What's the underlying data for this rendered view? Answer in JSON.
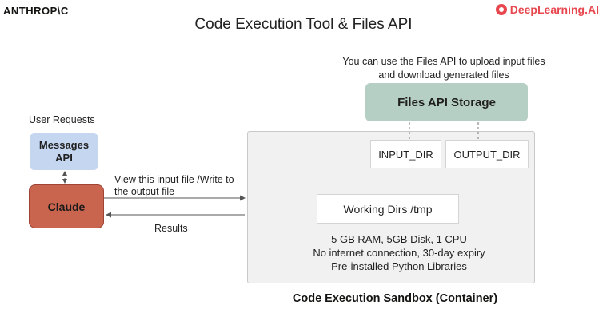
{
  "header": {
    "brand_left": "ANTHROP\\C",
    "brand_right": "DeepLearning.AI",
    "title": "Code Execution Tool & Files API"
  },
  "files_api": {
    "note": "You can use the Files API to upload input files and download generated files",
    "label": "Files API Storage"
  },
  "sandbox": {
    "input_dir": "INPUT_DIR",
    "output_dir": "OUTPUT_DIR",
    "working_dirs": "Working Dirs /tmp",
    "specs": [
      "5 GB RAM, 5GB Disk, 1 CPU",
      "No internet connection, 30-day expiry",
      "Pre-installed Python Libraries"
    ],
    "label": "Code Execution Sandbox (Container)"
  },
  "client": {
    "user_requests": "User Requests",
    "messages_api": "Messages API",
    "claude": "Claude"
  },
  "arrows": {
    "request_label": "View this input file /Write to the output file",
    "results_label": "Results"
  },
  "colors": {
    "files_api_fill": "#b6cfc4",
    "messages_fill": "#c5d6f1",
    "claude_fill": "#c9654f",
    "sandbox_fill": "#f1f1f1",
    "brand_accent": "#e8474f"
  }
}
